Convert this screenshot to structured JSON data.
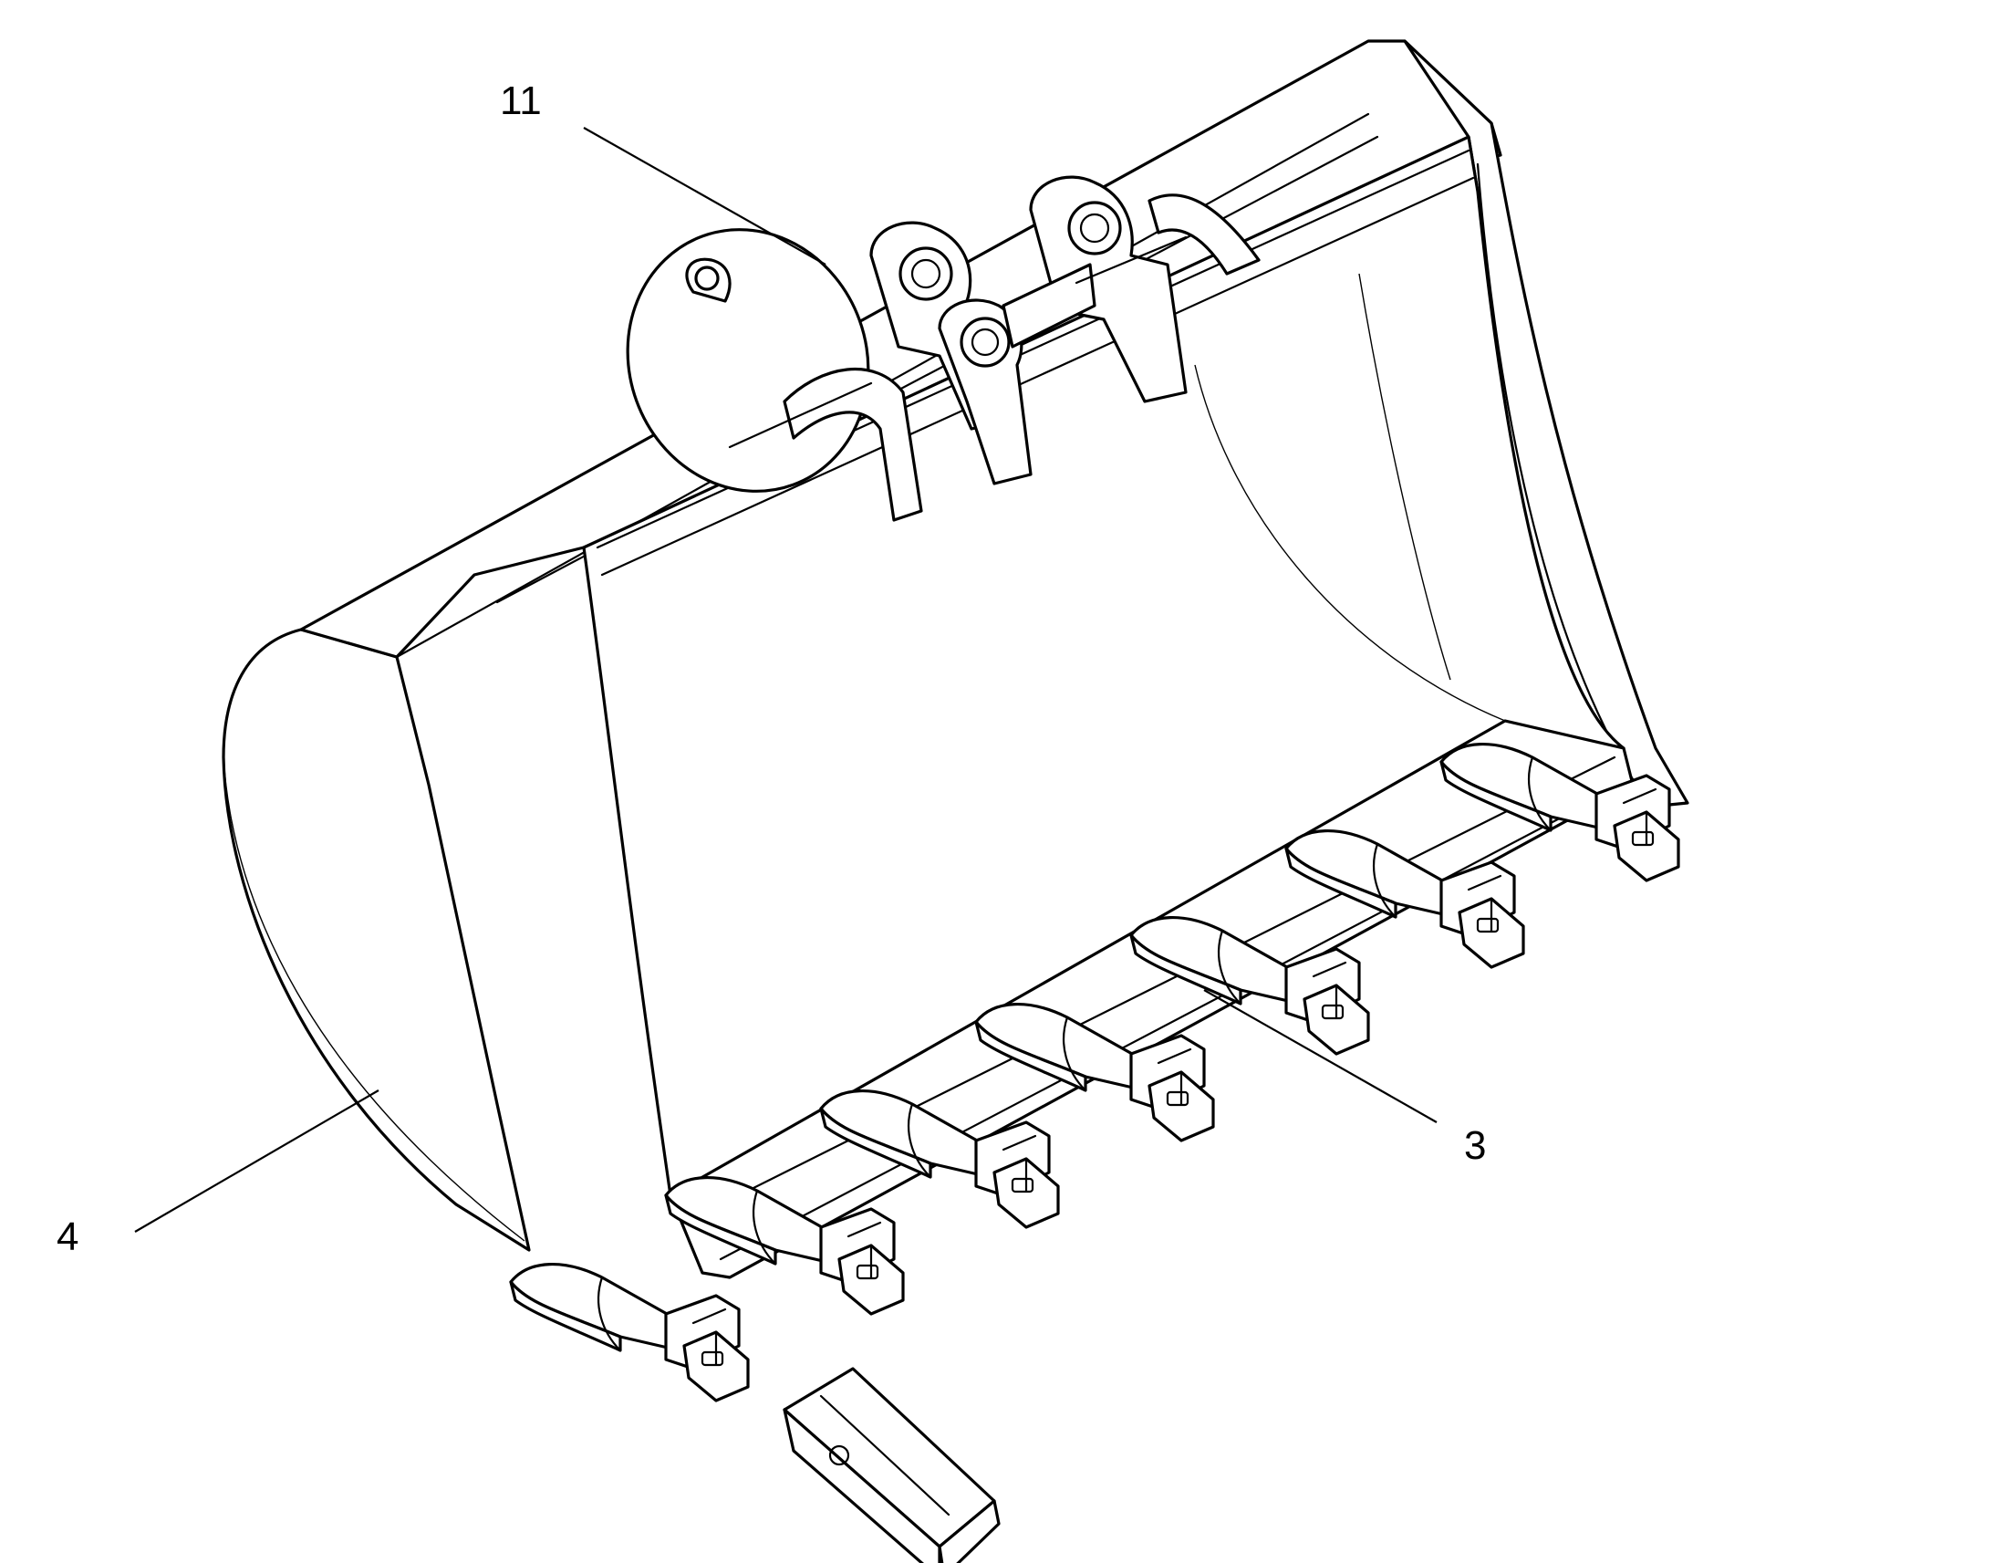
{
  "diagram": {
    "subject": "excavator-bucket",
    "callouts": [
      {
        "id": "c11",
        "text": "11"
      },
      {
        "id": "c3",
        "text": "3"
      },
      {
        "id": "c4",
        "text": "4"
      }
    ],
    "tooth_count": 7
  }
}
